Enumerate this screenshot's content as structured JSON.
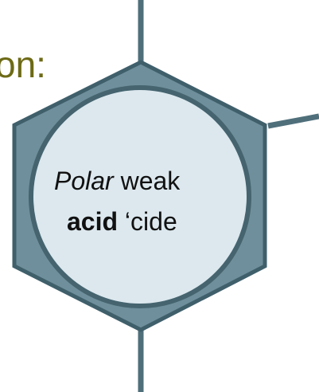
{
  "heading": {
    "fragment": "on:"
  },
  "molecule": {
    "line1_italic": "Polar",
    "line1_rest": " weak",
    "line2_bold": "acid",
    "line2_rest": " ‘cide"
  },
  "colors": {
    "hexagon_fill": "#6f8f9c",
    "hexagon_stroke": "#3f5f6b",
    "circle_fill": "#dce8ee",
    "circle_stroke": "#45646f",
    "bond_color": "#4f6f7b",
    "heading_color": "#6d6a16"
  },
  "icons": {
    "hexagon": "hexagon-shape",
    "bonds": "bond-lines"
  }
}
